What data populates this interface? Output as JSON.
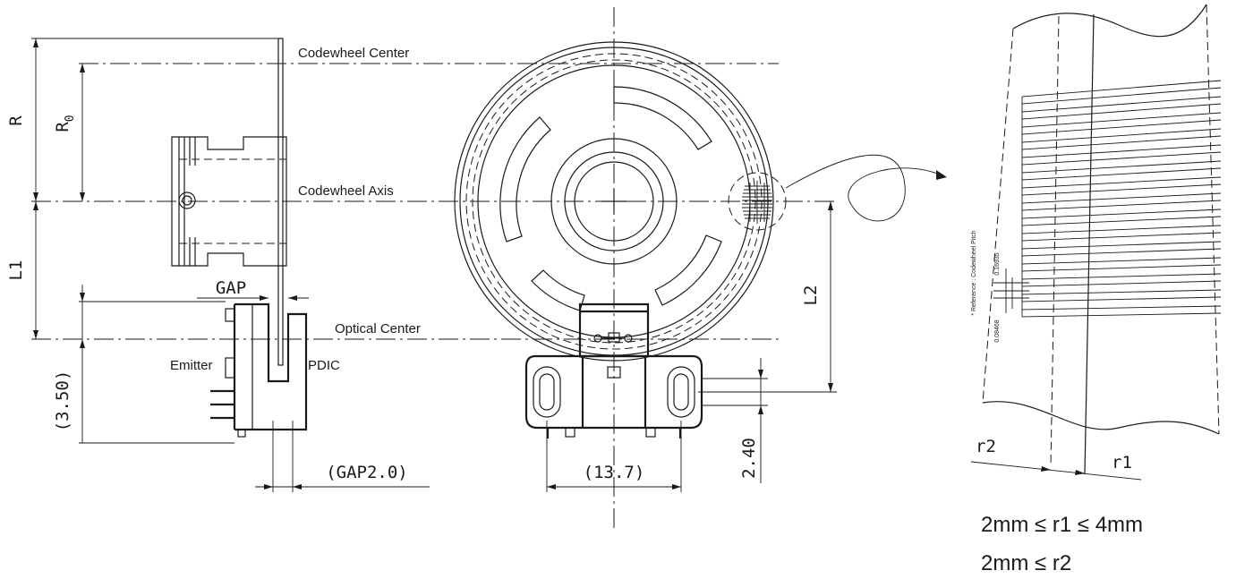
{
  "labels": {
    "codewheel_center": "Codewheel Center",
    "codewheel_axis": "Codewheel Axis",
    "optical_center": "Optical Center",
    "emitter": "Emitter",
    "pdic": "PDIC",
    "gap": "GAP",
    "gap2": "(GAP2.0)",
    "r": "R",
    "r0": "R",
    "r0_sub": "0",
    "l1": "L1",
    "l2": "L2",
    "d350": "(3.50)",
    "d137": "(13.7)",
    "d240": "2.40",
    "r1": "r1",
    "r2": "r2",
    "reference": "* Reference : Codewheel Pitch",
    "pitch1": "0.16935",
    "pitch2": "0.08468"
  },
  "conditions": {
    "line1": "2mm  ≤  r1  ≤  4mm",
    "line2": "2mm  ≤  r2"
  }
}
